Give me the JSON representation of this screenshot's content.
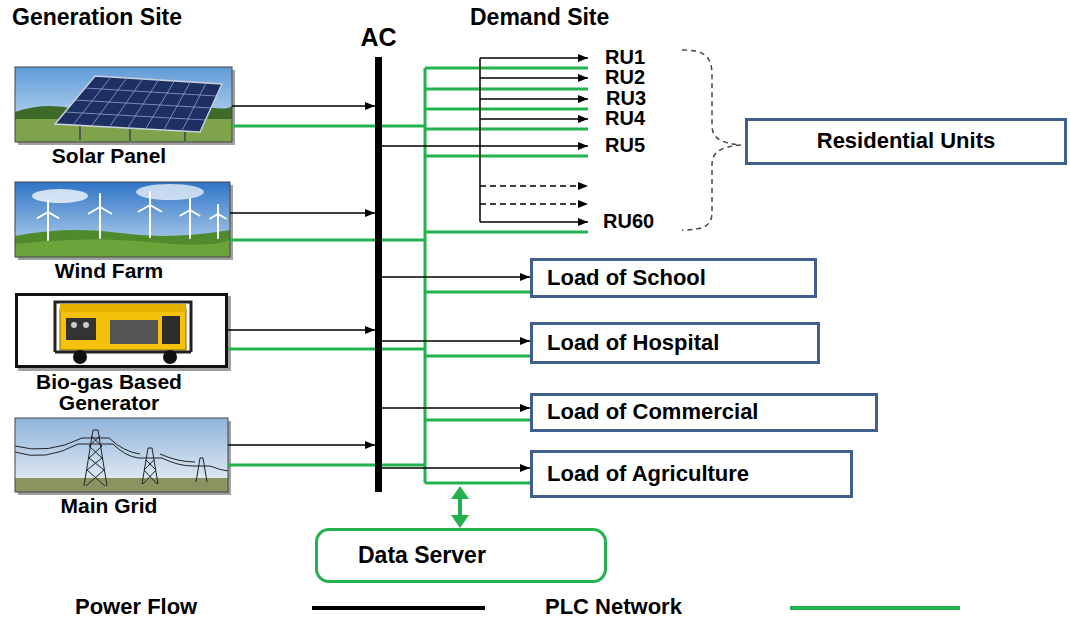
{
  "diagram": {
    "nodes": [
      {
        "text": [
          "Solar Panel"
        ]
      },
      {
        "text": [
          "Wind Farm"
        ]
      },
      {
        "text": [
          "Bio-gas Based Generator"
        ]
      },
      {
        "text": [
          "Main Grid"
        ]
      },
      {
        "text": [
          "AC"
        ]
      },
      {
        "text": [
          "Residential Units"
        ]
      },
      {
        "text": [
          "Load of School"
        ]
      },
      {
        "text": [
          "Load of Hospital"
        ]
      },
      {
        "text": [
          "Load of Commercial"
        ]
      },
      {
        "text": [
          "Load of Agriculture"
        ]
      },
      {
        "text": [
          "Data Server"
        ]
      }
    ],
    "edges": [
      {
        "from": 0,
        "to": 4,
        "arrow": "to"
      },
      {
        "from": 1,
        "to": 4,
        "arrow": "to"
      },
      {
        "from": 2,
        "to": 4,
        "arrow": "to"
      },
      {
        "from": 3,
        "to": 4,
        "arrow": "to"
      },
      {
        "from": 4,
        "to": 6,
        "arrow": "to"
      },
      {
        "from": 4,
        "to": 7,
        "arrow": "to"
      },
      {
        "from": 4,
        "to": 8,
        "arrow": "to"
      },
      {
        "from": 4,
        "to": 9,
        "arrow": "to"
      }
    ],
    "labels": [
      "Generation Site",
      "Demand Site",
      "RU1",
      "RU2",
      "RU3",
      "RU4",
      "RU5",
      "RU60"
    ],
    "legend": [
      {
        "text": "Power Flow"
      },
      {
        "text": "PLC Network"
      }
    ]
  }
}
